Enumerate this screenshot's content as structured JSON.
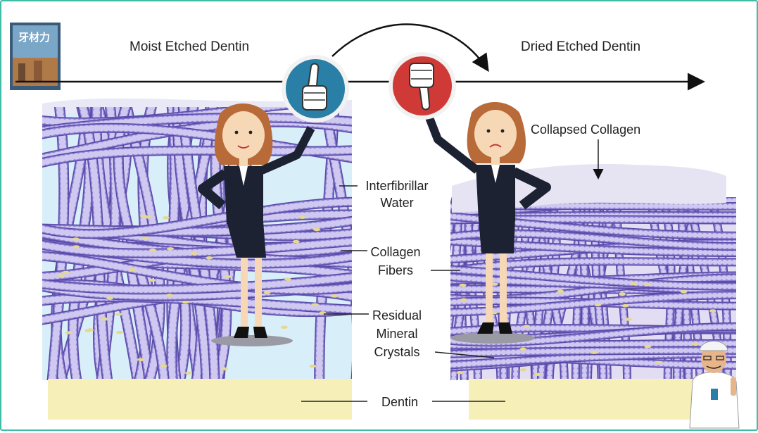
{
  "book_cover": {
    "title": "牙材力"
  },
  "headings": {
    "left": "Moist Etched Dentin",
    "right": "Dried Etched Dentin"
  },
  "labels": {
    "collapsed_collagen": "Collapsed Collagen",
    "interfibrillar_water": [
      "Interfibrillar",
      "Water"
    ],
    "collagen_fibers": [
      "Collagen",
      "Fibers"
    ],
    "residual_mineral_crystals": [
      "Residual",
      "Mineral",
      "Crystals"
    ],
    "dentin": "Dentin"
  },
  "icons": {
    "left_sign": "thumbs-up-icon",
    "right_sign": "thumbs-down-icon"
  },
  "colors": {
    "frame": "#3fbba6",
    "collagen": "#8c7fd2",
    "collagen_dark": "#5a4ba8",
    "water": "#d8eef8",
    "dentin": "#f6f0b8",
    "thumbs_up_disc": "#2a7fa6",
    "thumbs_down_disc": "#d03a36"
  }
}
